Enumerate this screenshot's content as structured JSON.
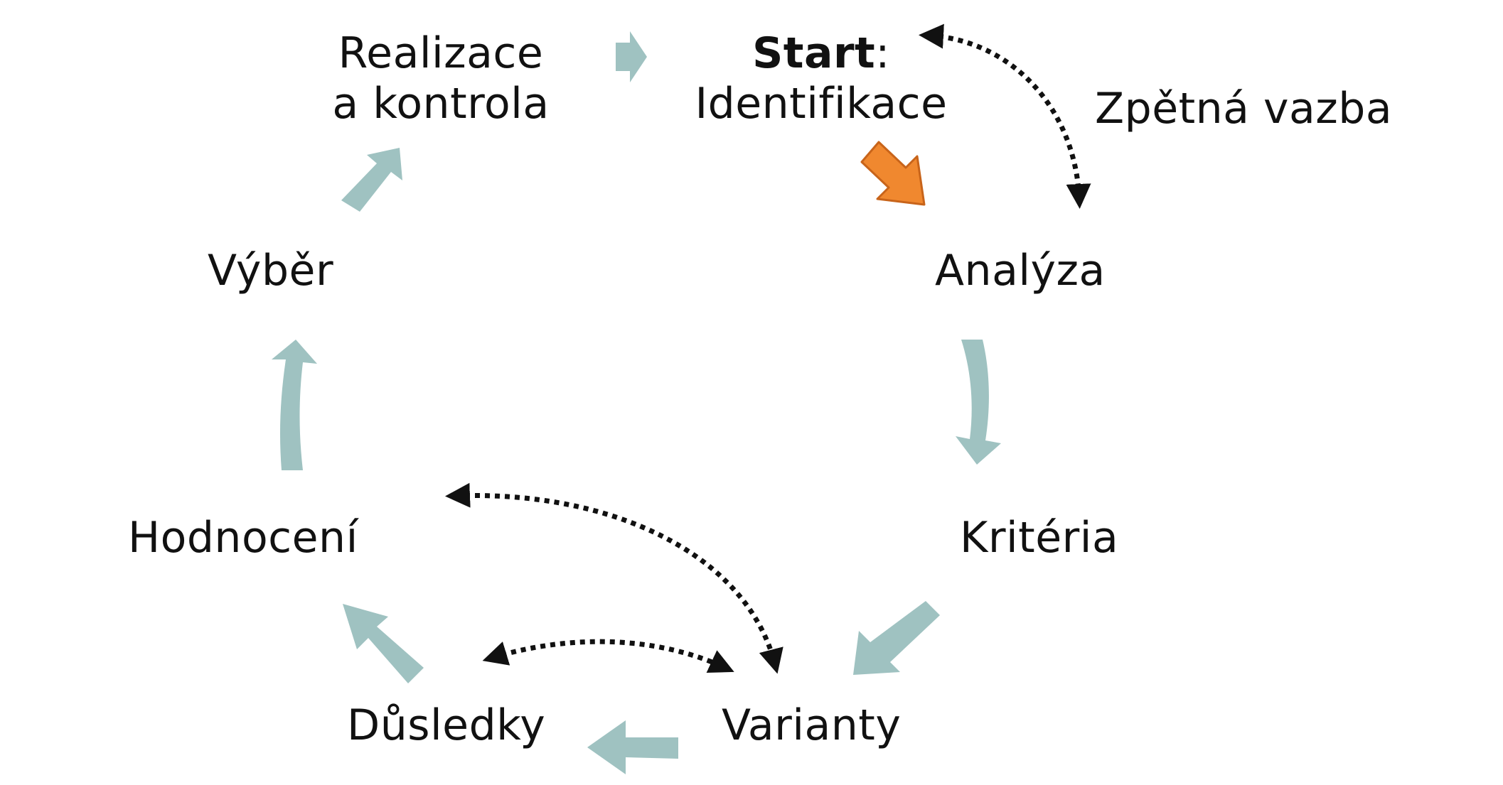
{
  "nodes": {
    "realizace": {
      "line1": "Realizace",
      "line2": "a kontrola"
    },
    "start": {
      "bold": "Start",
      "colon": ":",
      "line2": "Identifikace"
    },
    "feedback": "Zpětná vazba",
    "vyber": "Výběr",
    "analyza": "Analýza",
    "hodnoceni": "Hodnocení",
    "kriteria": "Kritéria",
    "dusledky": "Důsledky",
    "varianty": "Varianty"
  },
  "icons": {
    "cycle": "curved-block-arrow-icon",
    "start_marker": "orange-diagonal-arrow-icon",
    "feedback": "dotted-double-arrow-icon"
  },
  "colors": {
    "cycle_arrow": "#9fc2c1",
    "start_arrow": "#f0882f",
    "start_arrow_outline": "#c8641a",
    "feedback_arrow": "#111111",
    "text": "#111111"
  }
}
